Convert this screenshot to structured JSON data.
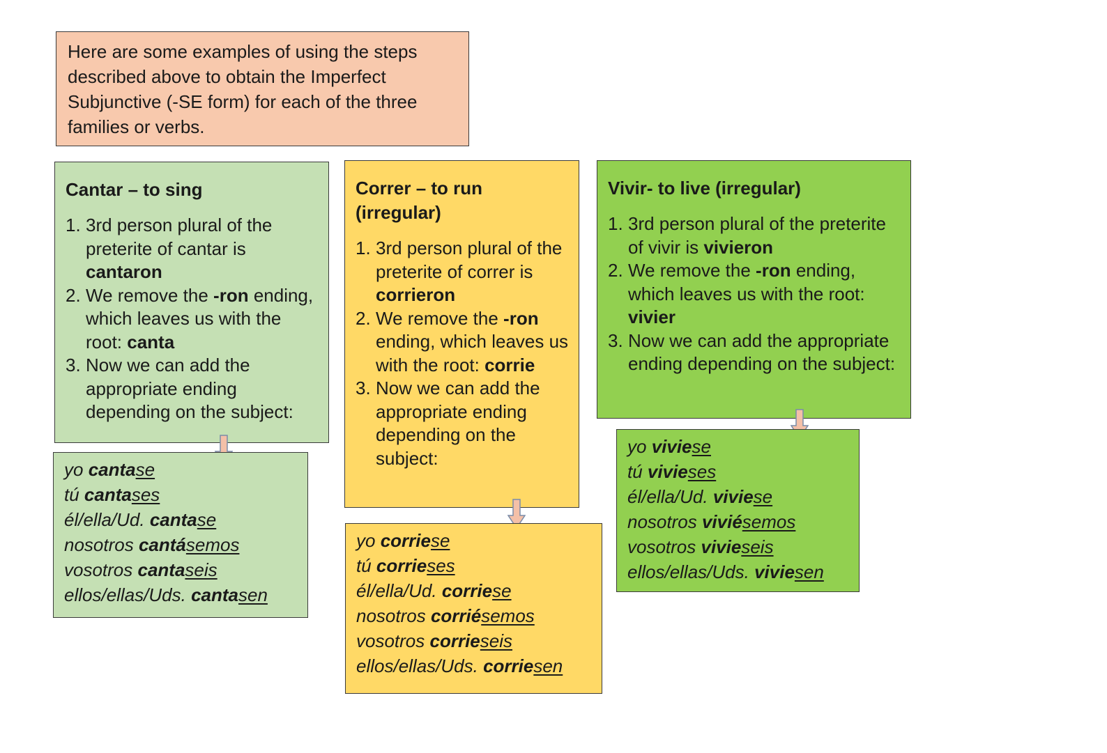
{
  "intro": {
    "text": "Here are some examples of using the steps described above to obtain the Imperfect Subjunctive (-SE form) for each of the three families or verbs."
  },
  "colors": {
    "intro_bg": "#f8c9ad",
    "cantar_bg": "#c5e0b4",
    "correr_bg": "#ffd966",
    "vivir_bg": "#92d050",
    "arrow_fill": "#f4c0a8",
    "arrow_stroke": "#7a8ca8"
  },
  "cantar": {
    "title": "Cantar – to sing",
    "steps": {
      "n1": "1.",
      "s1a": "3rd person plural of the preterite of cantar is ",
      "s1b": "cantaron",
      "n2": "2.",
      "s2a": "We remove the ",
      "s2b": "-ron",
      "s2c": " ending, which leaves us with the root: ",
      "s2d": "canta",
      "n3": "3.",
      "s3": "Now we can add the appropriate ending depending on the subject:"
    },
    "conj": [
      {
        "pronoun": "yo ",
        "stem": "canta",
        "suffix": "se"
      },
      {
        "pronoun": "tú ",
        "stem": "canta",
        "suffix": "ses"
      },
      {
        "pronoun": "él/ella/Ud. ",
        "stem": "canta",
        "suffix": "se"
      },
      {
        "pronoun": "nosotros ",
        "stem": "cantá",
        "suffix": "semos"
      },
      {
        "pronoun": "vosotros ",
        "stem": "canta",
        "suffix": "seis"
      },
      {
        "pronoun": "ellos/ellas/Uds. ",
        "stem": "canta",
        "suffix": "sen"
      }
    ]
  },
  "correr": {
    "title": "Correr – to run (irregular)",
    "steps": {
      "n1": "1.",
      "s1a": "3rd person plural of the preterite of correr is ",
      "s1b": "corrieron",
      "n2": "2.",
      "s2a": "We remove the ",
      "s2b": "-ron",
      "s2c": " ending, which leaves us with the root: ",
      "s2d": "corrie",
      "n3": "3.",
      "s3": "Now we can add the appropriate ending depending on the subject:"
    },
    "conj": [
      {
        "pronoun": "yo ",
        "stem": "corrie",
        "suffix": "se"
      },
      {
        "pronoun": "tú ",
        "stem": "corrie",
        "suffix": "ses"
      },
      {
        "pronoun": "él/ella/Ud. ",
        "stem": "corrie",
        "suffix": "se"
      },
      {
        "pronoun": "nosotros ",
        "stem": "corrié",
        "suffix": "semos"
      },
      {
        "pronoun": "vosotros ",
        "stem": "corrie",
        "suffix": "seis"
      },
      {
        "pronoun": "ellos/ellas/Uds. ",
        "stem": "corrie",
        "suffix": "sen"
      }
    ]
  },
  "vivir": {
    "title": "Vivir- to live (irregular)",
    "steps": {
      "n1": "1.",
      "s1a": "3rd person plural of the preterite of vivir is ",
      "s1b": "vivieron",
      "n2": "2.",
      "s2a": "We remove the ",
      "s2b": "-ron",
      "s2c": " ending, which leaves us with the root: ",
      "s2d": "vivier",
      "n3": "3.",
      "s3": "Now we can add the appropriate ending depending on the subject:"
    },
    "conj": [
      {
        "pronoun": "yo ",
        "stem": "vivie",
        "suffix": "se"
      },
      {
        "pronoun": "tú ",
        "stem": "vivie",
        "suffix": "ses"
      },
      {
        "pronoun": "él/ella/Ud. ",
        "stem": "vivie",
        "suffix": "se"
      },
      {
        "pronoun": "nosotros ",
        "stem": "vivié",
        "suffix": "semos"
      },
      {
        "pronoun": "vosotros ",
        "stem": "vivie",
        "suffix": "seis"
      },
      {
        "pronoun": "ellos/ellas/Uds. ",
        "stem": "vivie",
        "suffix": "sen"
      }
    ]
  }
}
